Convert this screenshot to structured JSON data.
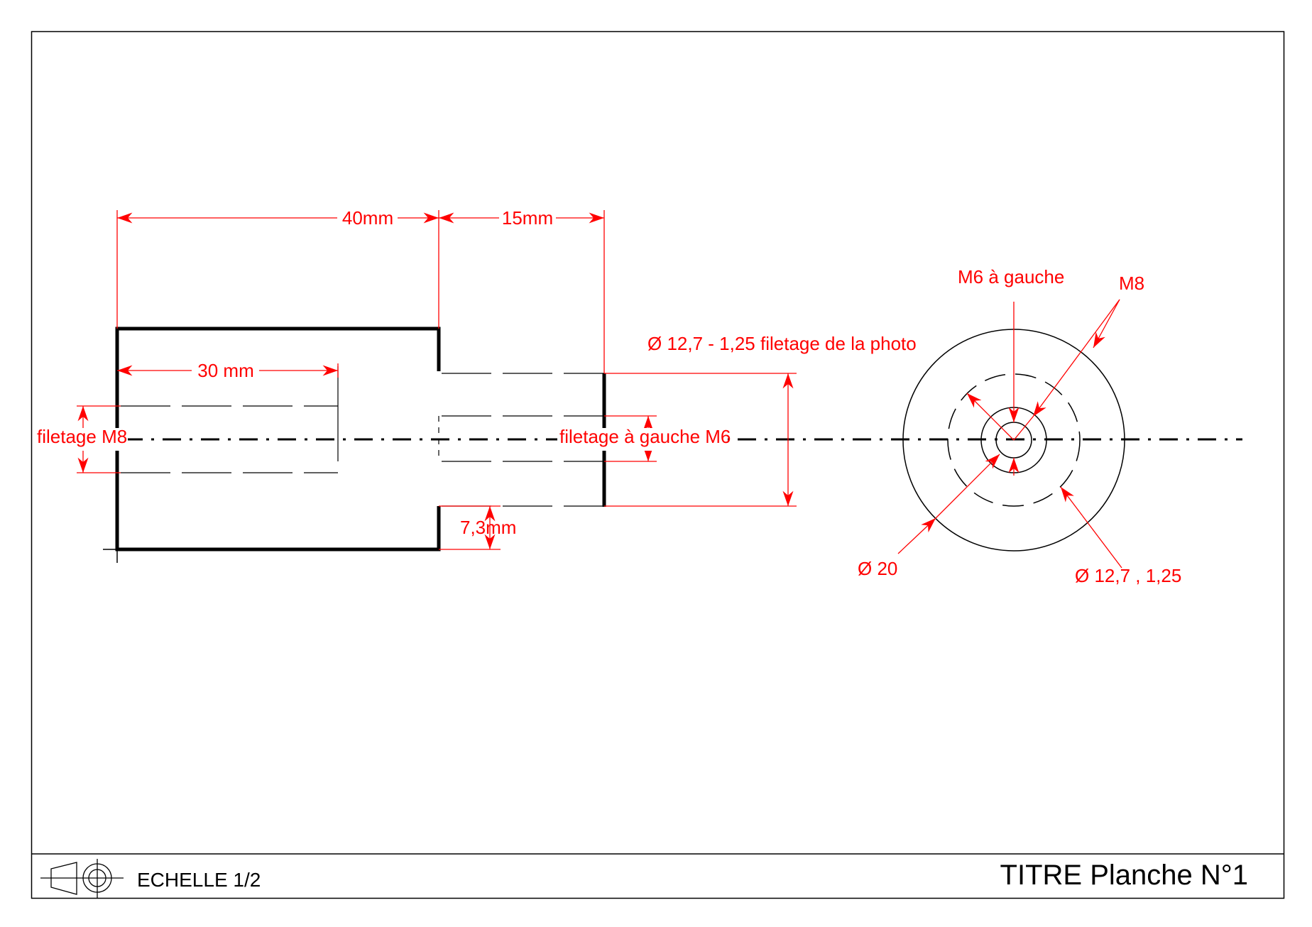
{
  "colors": {
    "outline": "#000000",
    "dimension": "#ff0000",
    "background": "#ffffff"
  },
  "dimensions": {
    "length_main": "40mm",
    "length_step": "15mm",
    "bore_depth": "30 mm",
    "thread_big": "filetage M8",
    "thread_small": "filetage à gauche M6",
    "wall": "7,3mm",
    "photo_thread": "Ø 12,7 - 1,25 filetage de la photo"
  },
  "end_view": {
    "m6_label": "M6 à gauche",
    "m8_label": "M8",
    "outer_dia": "Ø 20",
    "mid_dia": "Ø 12,7 , 1,25"
  },
  "title_block": {
    "projection_icon": "first-angle-projection-icon",
    "scale": "ECHELLE 1/2",
    "title": "TITRE Planche N°1"
  }
}
